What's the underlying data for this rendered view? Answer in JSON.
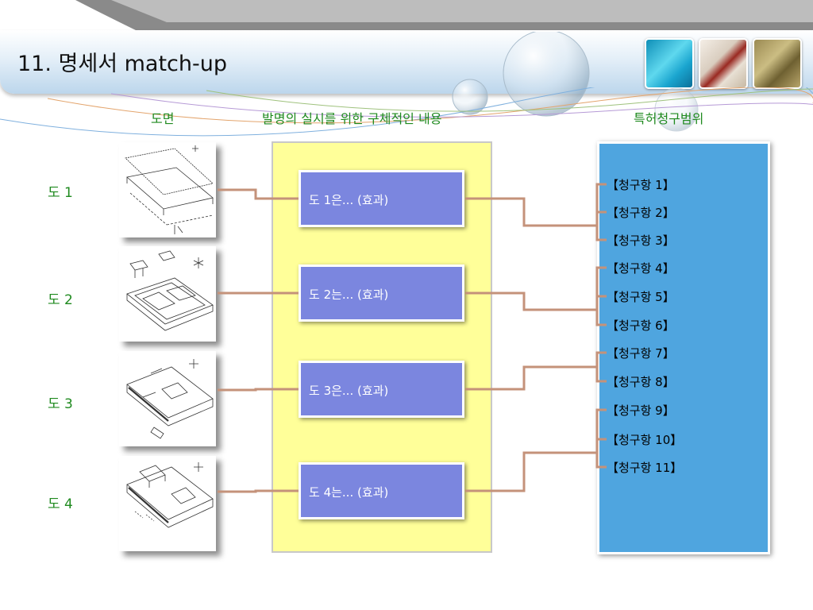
{
  "title": "11. 명세서 match-up",
  "headers": {
    "drawings": "도면",
    "embodiment": "발명의 실시를 위한 구체적인 내용",
    "claims": "특허청구범위"
  },
  "figures": [
    {
      "label": "도 1",
      "effect": "도 1은... (효과)"
    },
    {
      "label": "도 2",
      "effect": "도 2는... (효과)"
    },
    {
      "label": "도 3",
      "effect": "도 3은... (효과)"
    },
    {
      "label": "도 4",
      "effect": "도 4는... (효과)"
    }
  ],
  "claims": [
    "【청구항 1】",
    "【청구항 2】",
    "【청구항 3】",
    "【청구항 4】",
    "【청구항 5】",
    "【청구항 6】",
    "【청구항 7】",
    "【청구항 8】",
    "【청구항 9】",
    "【청구항 10】",
    "【청구항 11】"
  ],
  "mapping": [
    [
      0,
      1,
      2
    ],
    [
      3,
      4,
      5
    ],
    [
      6,
      7
    ],
    [
      8,
      9,
      10
    ]
  ],
  "colors": {
    "connector": "#c4927a",
    "effect_box": "#7b86df",
    "claims_panel": "#4fa5df",
    "embodiment_panel": "#ffff99",
    "label_text": "#1f8a1f"
  }
}
